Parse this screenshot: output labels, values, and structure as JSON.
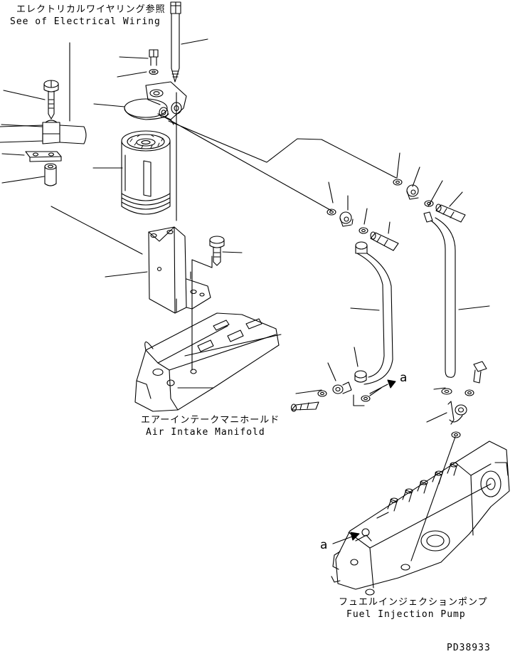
{
  "labels": {
    "electrical_jp": "エレクトリカルワイヤリング参照",
    "electrical_en": "See of Electrical Wiring",
    "manifold_jp": "エアーインテークマニホールド",
    "manifold_en": "Air Intake Manifold",
    "pump_jp": "フュエルインジェクションポンプ",
    "pump_en": "Fuel Injection Pump",
    "ref_a": "a",
    "drawing_number": "PD38933"
  }
}
